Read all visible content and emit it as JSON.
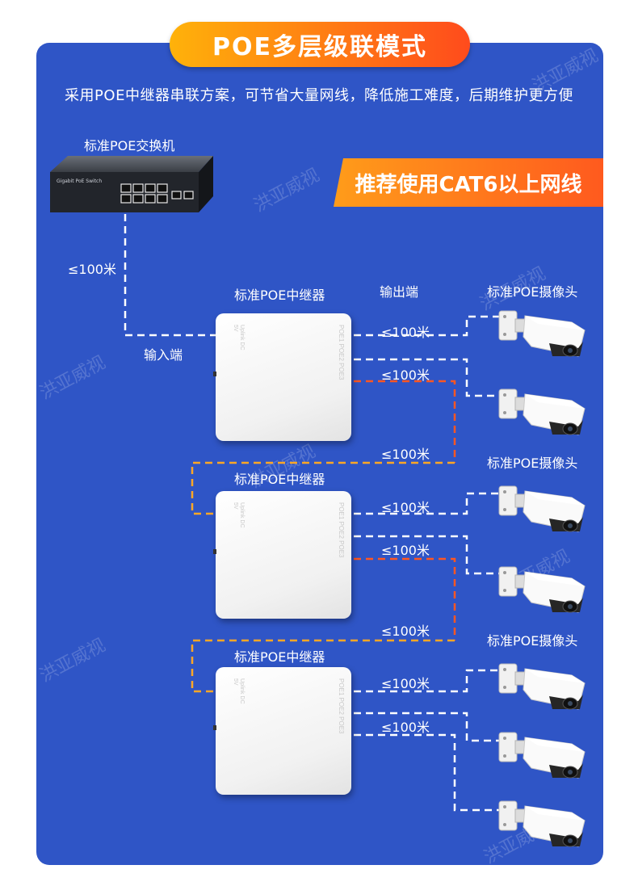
{
  "header": {
    "title": "POE多层级联模式",
    "subtitle": "采用POE中继器串联方案，可节省大量网线，降低施工难度，后期维护更方便",
    "recommend": "推荐使用CAT6以上网线"
  },
  "switch": {
    "label": "标准POE交换机",
    "faceplate_text": "Gigabit PoE Switch"
  },
  "labels": {
    "repeater": "标准POE中继器",
    "camera": "标准POE摄像头",
    "output_port": "输出端",
    "input_port": "输入端",
    "distance": "≤100米"
  },
  "repeater_ports": {
    "input_text": "Uplink DC 5V",
    "output_text": "POE1 POE2 POE3"
  },
  "watermark": "洪亚威视",
  "colors": {
    "panel": "#2f55c6",
    "wire_white": "#ffffff",
    "wire_orange": "#ffa726",
    "wire_red": "#ff5722",
    "accent_start": "#ffb20a",
    "accent_end": "#ff4b1c"
  }
}
